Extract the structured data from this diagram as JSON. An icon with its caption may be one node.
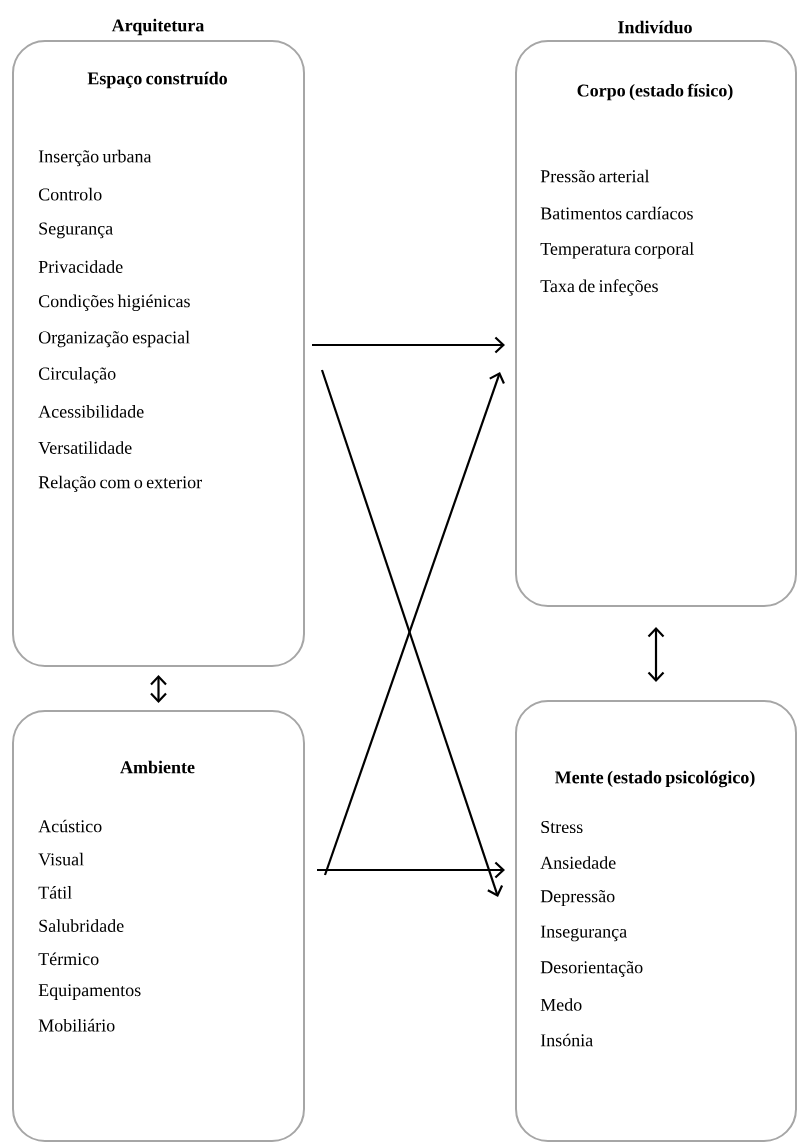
{
  "diagram": {
    "nodes": [
      {
        "text": [
          "Espaço construído",
          "Inserção urbana",
          "Controlo",
          "Segurança",
          "Privacidade",
          "Condições higiénicas",
          "Organização espacial",
          "Circulação",
          "Acessibilidade",
          "Versatilidade",
          "Relação com o exterior"
        ]
      },
      {
        "text": [
          "Corpo (estado físico)",
          "Pressão arterial",
          "Batimentos cardíacos",
          "Temperatura corporal",
          "Taxa de infeções"
        ]
      },
      {
        "text": [
          "Ambiente",
          "Acústico",
          "Visual",
          "Tátil",
          "Salubridade",
          "Térmico",
          "Equipamentos",
          "Mobiliário"
        ]
      },
      {
        "text": [
          "Mente (estado psicológico)",
          "Stress",
          "Ansiedade",
          "Depressão",
          "Insegurança",
          "Desorientação",
          "Medo",
          "Insónia"
        ]
      }
    ],
    "edges": [
      {
        "from": 0,
        "to": 1,
        "arrow": "to"
      },
      {
        "from": 0,
        "to": 3,
        "arrow": "to"
      },
      {
        "from": 0,
        "to": 2,
        "arrow": "both"
      },
      {
        "from": 1,
        "to": 3,
        "arrow": "both"
      },
      {
        "from": 2,
        "to": 1,
        "arrow": "to"
      },
      {
        "from": 2,
        "to": 3,
        "arrow": "to"
      }
    ],
    "labels": [
      "Arquitetura",
      "Indivíduo"
    ]
  }
}
